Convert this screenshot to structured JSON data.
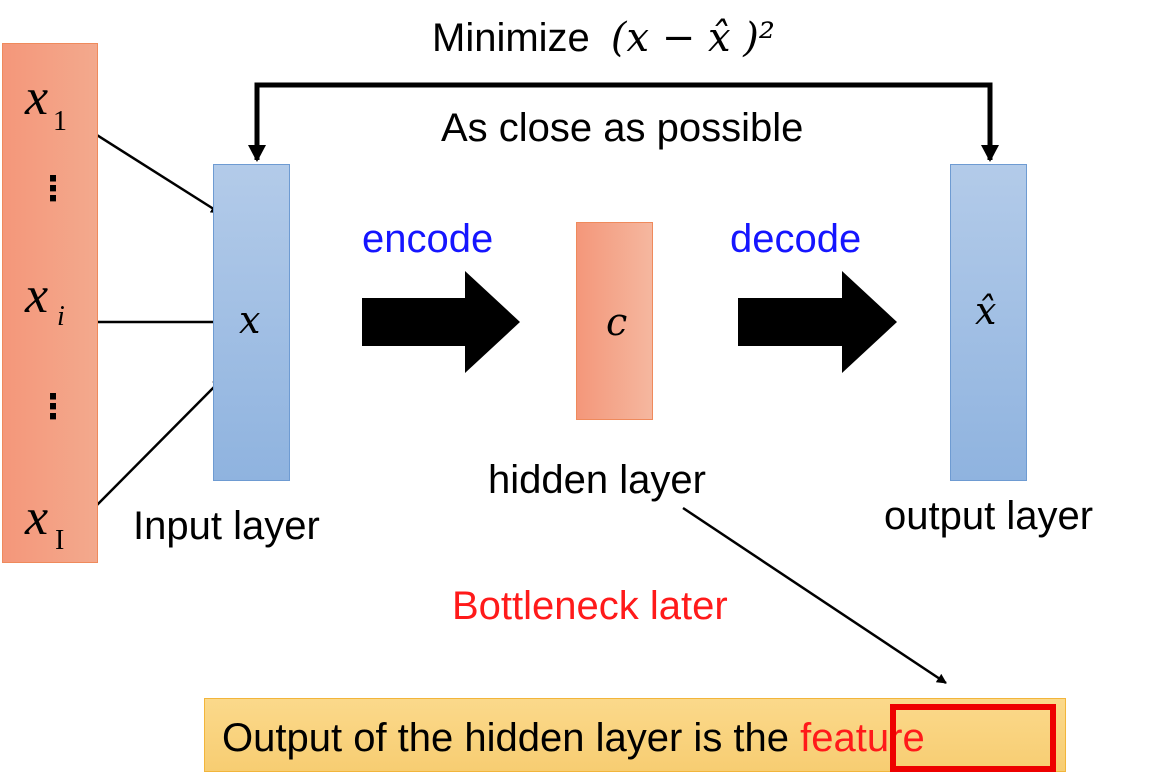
{
  "objective": {
    "prefix": "Minimize",
    "formula": "(𝑥 − 𝑥̂ )²",
    "subtitle": "As close as possible"
  },
  "input_vector": {
    "symbol": "x",
    "elements": [
      {
        "subscript": "1",
        "italic": false
      },
      {
        "subscript": "i",
        "italic": true
      },
      {
        "subscript": "I",
        "italic": false
      }
    ],
    "ellipsis": "⋮"
  },
  "layers": {
    "input": {
      "symbol": "𝑥",
      "label": "Input layer"
    },
    "hidden": {
      "symbol": "𝑐",
      "label": "hidden layer"
    },
    "output": {
      "symbol": "𝑥̂",
      "label": "output layer"
    }
  },
  "transitions": {
    "encode": "encode",
    "decode": "decode"
  },
  "annotation": {
    "bottleneck": "Bottleneck later"
  },
  "feature_note": {
    "text": "Output of the hidden layer is the ",
    "highlight": "feature"
  },
  "colors": {
    "orange_fill": "#f4977a",
    "blue_fill": "#a5c2e6",
    "blue_text": "#1515ff",
    "red_text": "#ff1a1a",
    "highlight_border": "#ee0000",
    "feature_fill": "#f9d47e"
  }
}
